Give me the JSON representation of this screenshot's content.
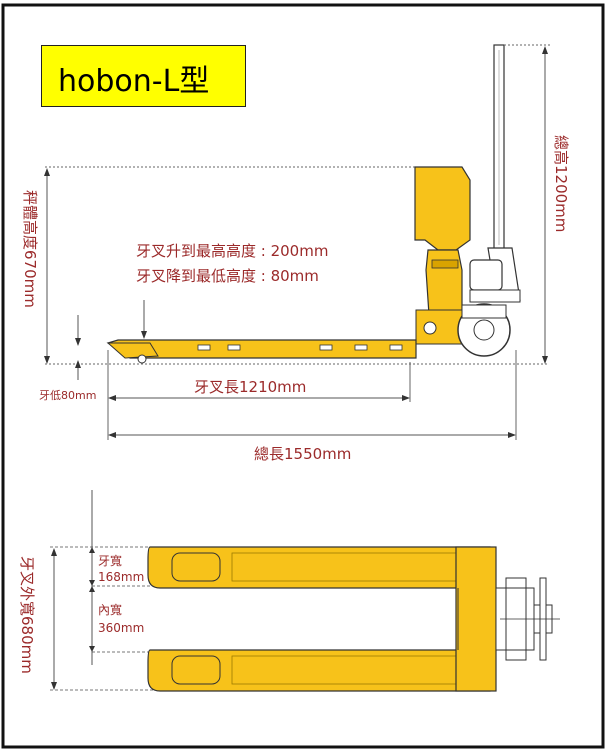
{
  "title": "hobon-L型",
  "colors": {
    "fork_yellow": "#f7c21a",
    "fork_yellow_dark": "#d9a300",
    "outline": "#333333",
    "label_red": "#9b2a2a",
    "dim_line": "#555555",
    "title_bg": "#ffff00"
  },
  "side_view": {
    "overall_height": "總高1200mm",
    "scale_body_height": "秤體高度670mm",
    "fork_lift_max": "牙叉升到最高高度 : 200mm",
    "fork_lower_min": "牙叉降到最低高度 : 80mm",
    "fork_low": "牙低80mm",
    "fork_length": "牙叉長1210mm",
    "overall_length": "總長1550mm"
  },
  "top_view": {
    "fork_outer_width": "牙叉外寬680mm",
    "fork_width_label": "牙寬",
    "fork_width_value": "168mm",
    "inner_width_label": "內寬",
    "inner_width_value": "360mm"
  }
}
